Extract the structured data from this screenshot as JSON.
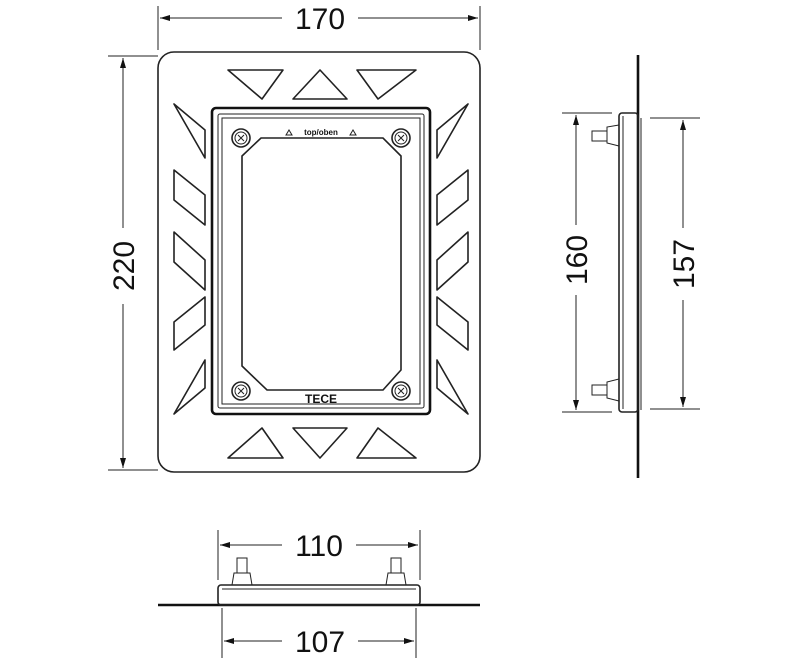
{
  "drawing": {
    "front_view": {
      "width_label": "170",
      "height_label": "220",
      "top_marking": "top/oben",
      "brand_logo": "TECE"
    },
    "side_view": {
      "outer_height_label": "160",
      "inner_height_label": "157"
    },
    "bottom_view": {
      "outer_width_label": "110",
      "inner_width_label": "107"
    },
    "colors": {
      "line": "#222222",
      "background": "#ffffff"
    }
  }
}
